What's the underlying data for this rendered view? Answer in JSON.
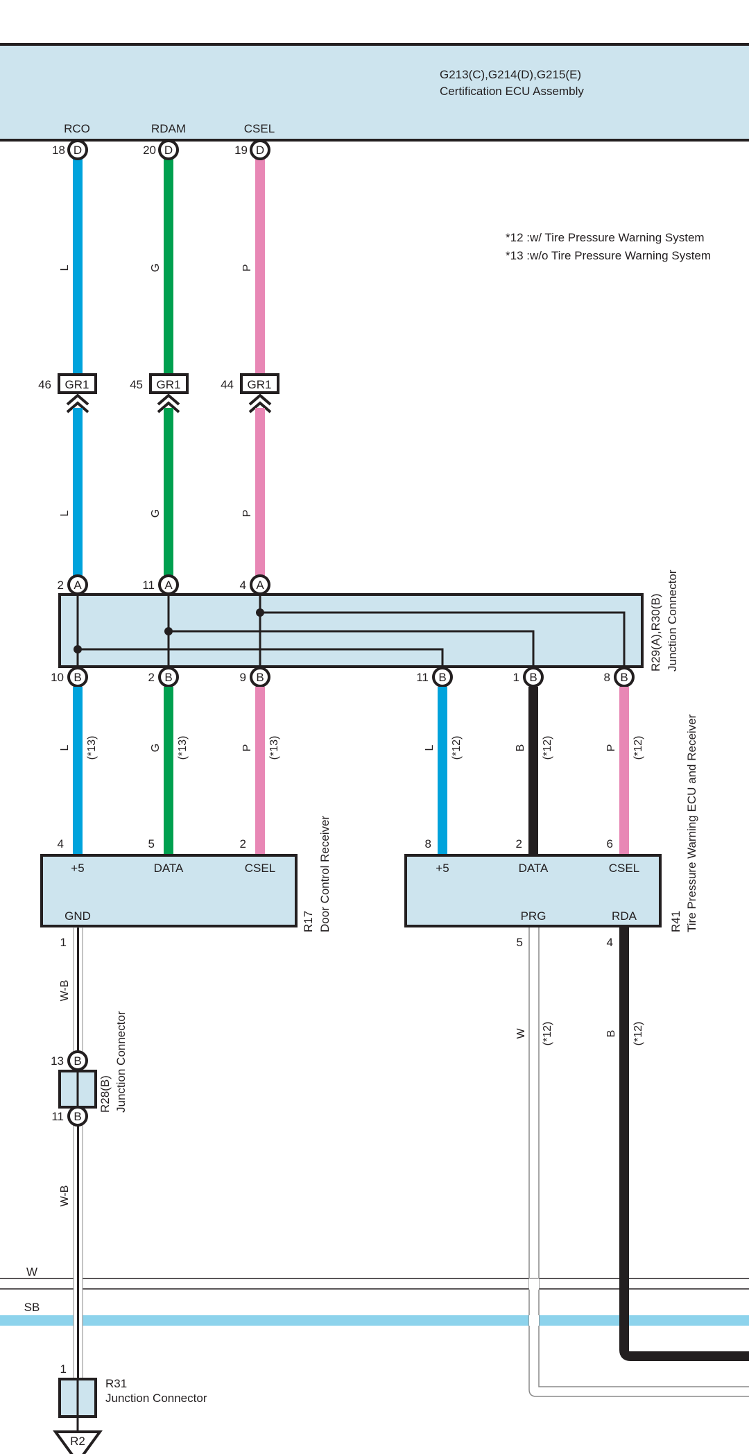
{
  "colors": {
    "L": "#00a3dc",
    "G": "#00a04f",
    "P": "#e887b5",
    "B": "#231f20",
    "SB": "#8dd3ec",
    "W": "#ffffff",
    "box_fill": "#cde4ee"
  },
  "ecu": {
    "ids": "G213(C),G214(D),G215(E)",
    "name": "Certification ECU Assembly",
    "terminals": [
      {
        "name": "RCO",
        "pin": "18",
        "conn": "D"
      },
      {
        "name": "RDAM",
        "pin": "20",
        "conn": "D"
      },
      {
        "name": "CSEL",
        "pin": "19",
        "conn": "D"
      }
    ]
  },
  "notes": [
    "*12 :w/ Tire Pressure Warning System",
    "*13 :w/o Tire Pressure Warning System"
  ],
  "upper_wires": [
    {
      "color": "L",
      "label": "L"
    },
    {
      "color": "G",
      "label": "G"
    },
    {
      "color": "P",
      "label": "P"
    }
  ],
  "inline_connectors": [
    {
      "pin": "46",
      "id": "GR1"
    },
    {
      "pin": "45",
      "id": "GR1"
    },
    {
      "pin": "44",
      "id": "GR1"
    }
  ],
  "middle_wires": [
    {
      "color": "L",
      "label": "L"
    },
    {
      "color": "G",
      "label": "G"
    },
    {
      "color": "P",
      "label": "P"
    }
  ],
  "junction": {
    "ids": "R29(A),R30(B)",
    "name": "Junction Connector",
    "top_pins": [
      {
        "pin": "2",
        "conn": "A"
      },
      {
        "pin": "11",
        "conn": "A"
      },
      {
        "pin": "4",
        "conn": "A"
      }
    ],
    "bottom_pins": [
      {
        "pin": "10",
        "conn": "B"
      },
      {
        "pin": "2",
        "conn": "B"
      },
      {
        "pin": "9",
        "conn": "B"
      },
      {
        "pin": "11",
        "conn": "B"
      },
      {
        "pin": "1",
        "conn": "B"
      },
      {
        "pin": "8",
        "conn": "B"
      }
    ]
  },
  "branch_wires": [
    {
      "color": "L",
      "label": "L",
      "note": "(*13)"
    },
    {
      "color": "G",
      "label": "G",
      "note": "(*13)"
    },
    {
      "color": "P",
      "label": "P",
      "note": "(*13)"
    },
    {
      "color": "L",
      "label": "L",
      "note": "(*12)"
    },
    {
      "color": "B",
      "label": "B",
      "note": "(*12)"
    },
    {
      "color": "P",
      "label": "P",
      "note": "(*12)"
    }
  ],
  "door_receiver": {
    "id": "R17",
    "name": "Door Control Receiver",
    "top_terminals": [
      {
        "pin": "4",
        "name": "+5"
      },
      {
        "pin": "5",
        "name": "DATA"
      },
      {
        "pin": "2",
        "name": "CSEL"
      }
    ],
    "bottom_terminals": [
      {
        "pin": "1",
        "name": "GND"
      }
    ]
  },
  "tpws_ecu": {
    "id": "R41",
    "name": "Tire Pressure Warning ECU and Receiver",
    "top_terminals": [
      {
        "pin": "8",
        "name": "+5"
      },
      {
        "pin": "2",
        "name": "DATA"
      },
      {
        "pin": "6",
        "name": "CSEL"
      }
    ],
    "bottom_terminals": [
      {
        "pin": "5",
        "name": "PRG"
      },
      {
        "pin": "4",
        "name": "RDA"
      }
    ]
  },
  "gnd_wire": {
    "label": "W-B"
  },
  "r28": {
    "id": "R28(B)",
    "name": "Junction Connector",
    "pins": [
      {
        "pin": "13",
        "conn": "B"
      },
      {
        "pin": "11",
        "conn": "B"
      }
    ]
  },
  "gnd_wire2": {
    "label": "W-B"
  },
  "lower_wires": [
    {
      "color": "W",
      "label": "W",
      "note": "(*12)"
    },
    {
      "color": "B",
      "label": "B",
      "note": "(*12)"
    }
  ],
  "bus_wires": [
    {
      "label": "W"
    },
    {
      "label": "SB"
    }
  ],
  "r31": {
    "pin": "1",
    "id": "R31",
    "name": "Junction Connector"
  },
  "ground": {
    "id": "R2"
  }
}
